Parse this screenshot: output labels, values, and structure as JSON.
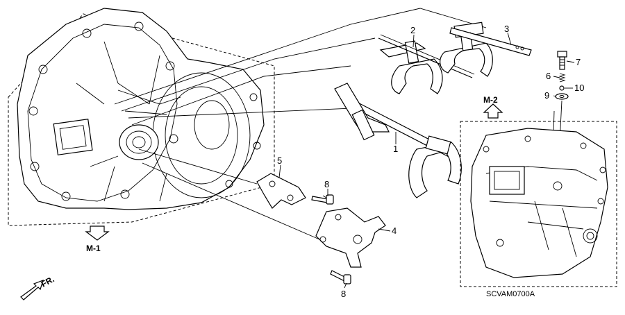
{
  "diagram": {
    "callouts": [
      {
        "id": "c1",
        "label": "1"
      },
      {
        "id": "c2",
        "label": "2"
      },
      {
        "id": "c3",
        "label": "3"
      },
      {
        "id": "c4",
        "label": "4"
      },
      {
        "id": "c5",
        "label": "5"
      },
      {
        "id": "c6",
        "label": "6"
      },
      {
        "id": "c7",
        "label": "7"
      },
      {
        "id": "c8a",
        "label": "8"
      },
      {
        "id": "c8b",
        "label": "8"
      },
      {
        "id": "c9",
        "label": "9"
      },
      {
        "id": "c10",
        "label": "10"
      }
    ],
    "refs": {
      "m1": "M-1",
      "m2": "M-2"
    },
    "direction": "FR.",
    "code": "SCVAM0700A"
  }
}
